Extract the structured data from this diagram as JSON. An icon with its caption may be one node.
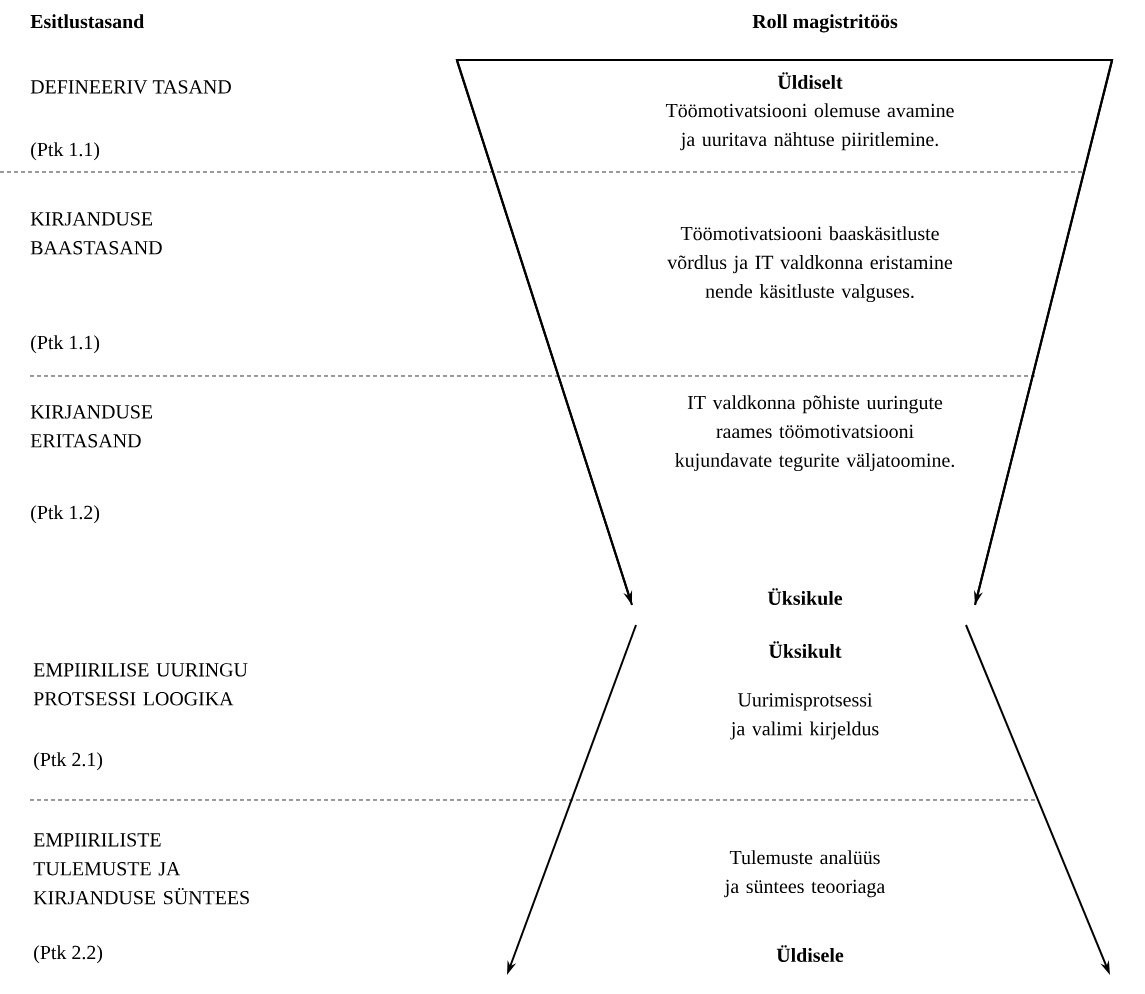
{
  "diagram": {
    "labels": [
      "Esitlustasand",
      "Roll magistritöös",
      "DEFINEERIV TASAND",
      "Üldiselt",
      "Töömotivatsiooni olemuse avamine ja uuritava nähtuse piiritlemine.",
      "(Ptk 1.1)",
      "KIRJANDUSE BAASTASAND",
      "Töömotivatsiooni baaskäsitluste võrdlus ja IT valdkonna eristamine nende käsitluste valguses.",
      "(Ptk 1.1)",
      "KIRJANDUSE ERITASAND",
      "IT valdkonna põhiste uuringute raames töömotivatsiooni kujundavate tegurite väljatoomine.",
      "(Ptk 1.2)",
      "Üksikule",
      "EMPIIRILISE UURINGU PROTSESSI LOOGIKA",
      "Üksikult",
      "Uurimisprotsessi ja valimi kirjeldus",
      "(Ptk 2.1)",
      "EMPIIRILISTE TULEMUSTE JA KIRJANDUSE SÜNTEES",
      "Tulemuste analüüs ja süntees teooriaga",
      "(Ptk 2.2)",
      "Üldisele"
    ]
  }
}
